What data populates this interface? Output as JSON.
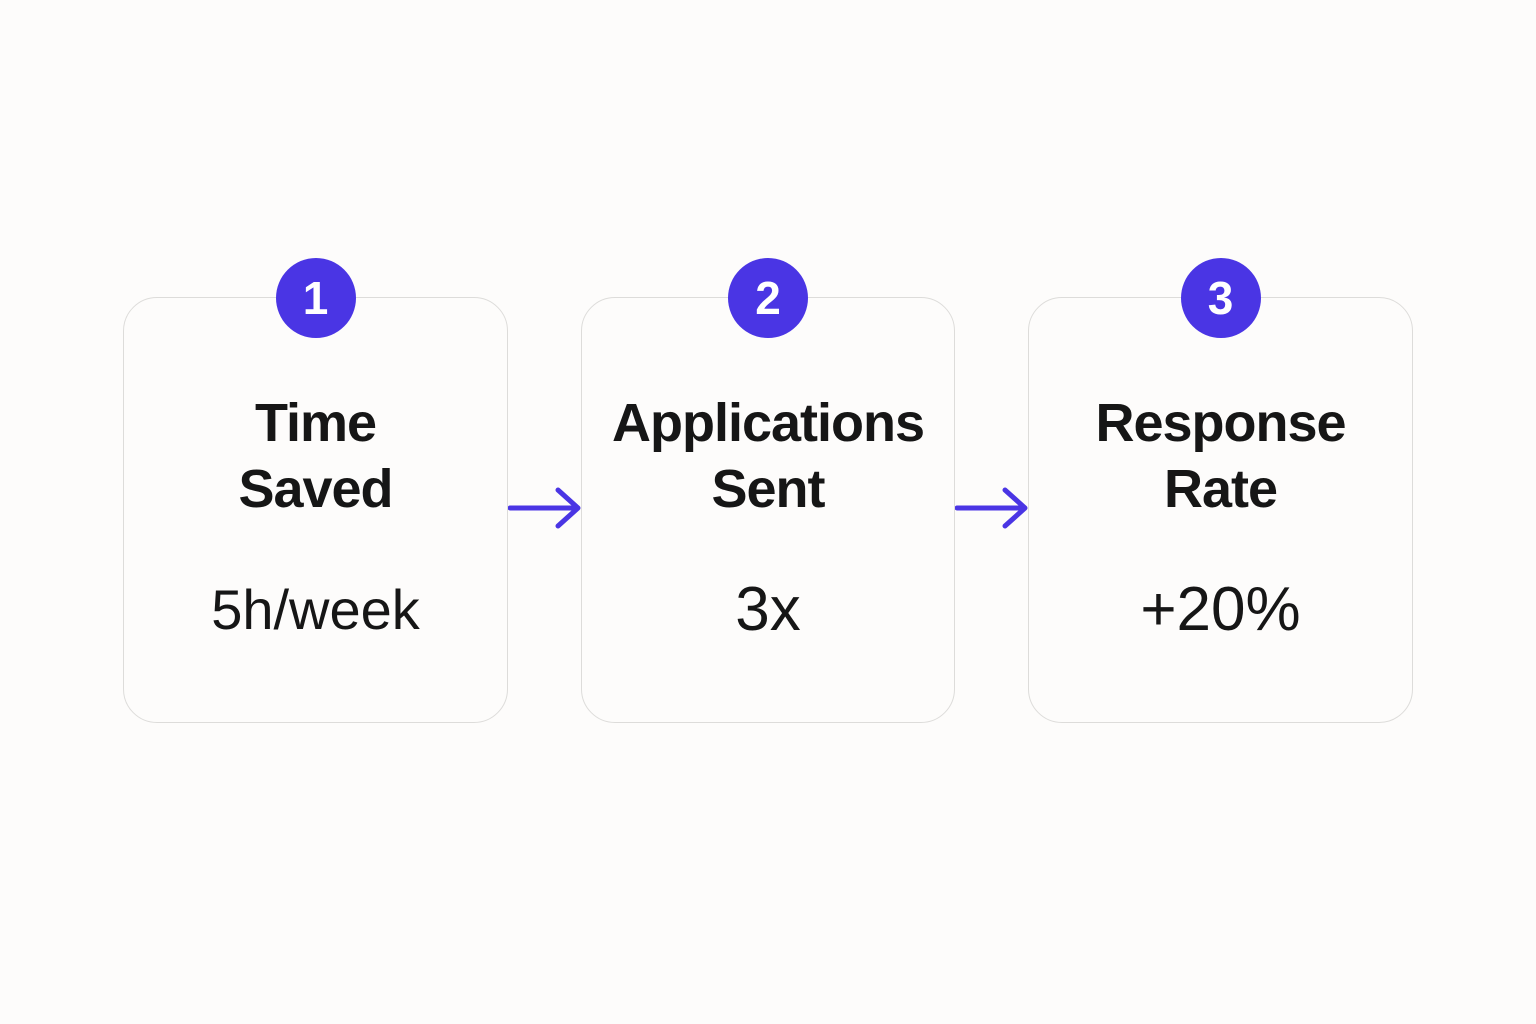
{
  "accent_color": "#4a35e4",
  "steps": [
    {
      "number": "1",
      "title_line1": "Time",
      "title_line2": "Saved",
      "value": "5h/week"
    },
    {
      "number": "2",
      "title_line1": "Applications",
      "title_line2": "Sent",
      "value": "3x"
    },
    {
      "number": "3",
      "title_line1": "Response",
      "title_line2": "Rate",
      "value": "+20%"
    }
  ],
  "connectors": [
    "arrow-right-icon",
    "arrow-right-icon"
  ]
}
